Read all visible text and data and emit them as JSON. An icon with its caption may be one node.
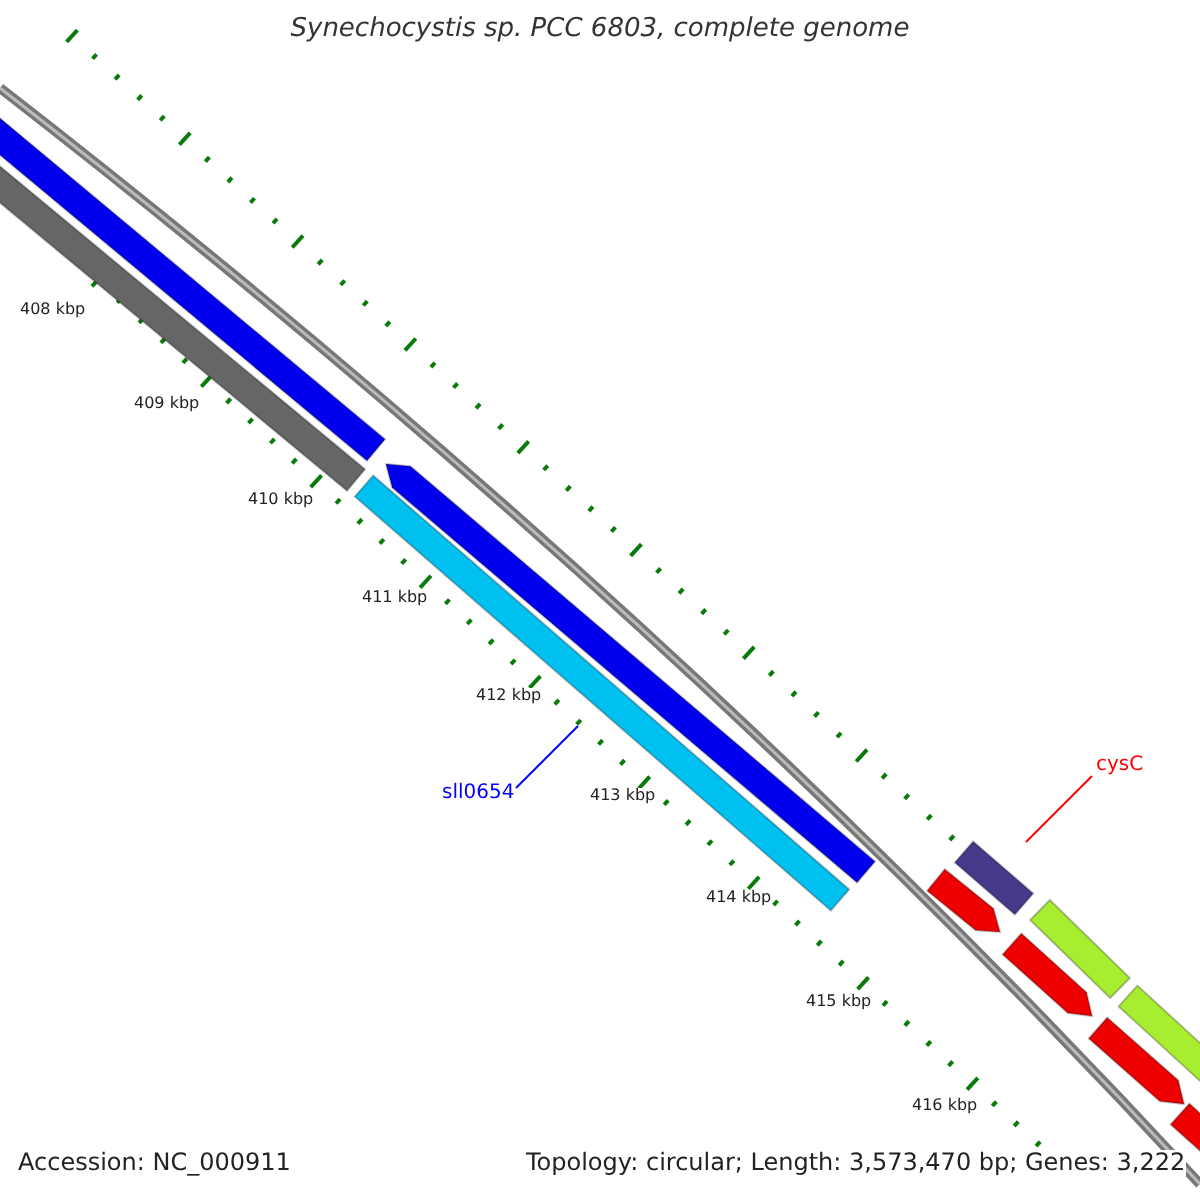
{
  "diagram": {
    "title": "Synechocystis sp. PCC 6803, complete genome",
    "nodes": [
      {
        "text": [
          "sll0654"
        ]
      },
      {
        "text": [],
        "shape": "bar"
      },
      {
        "text": [
          "cysC"
        ]
      },
      {
        "text": [],
        "shape": "bar"
      }
    ],
    "edges": [
      {
        "from": 0,
        "to": 1,
        "arrow": "none",
        "color": "#0000ff"
      },
      {
        "from": 2,
        "to": 3,
        "arrow": "none",
        "color": "#ff0000"
      }
    ],
    "labels": [
      "408 kbp",
      "409 kbp",
      "410 kbp",
      "411 kbp",
      "412 kbp",
      "413 kbp",
      "414 kbp",
      "415 kbp",
      "416 kbp",
      "Accession: NC_000911",
      "Topology: circular; Length: 3,573,470 bp; Genes: 3,222"
    ]
  }
}
